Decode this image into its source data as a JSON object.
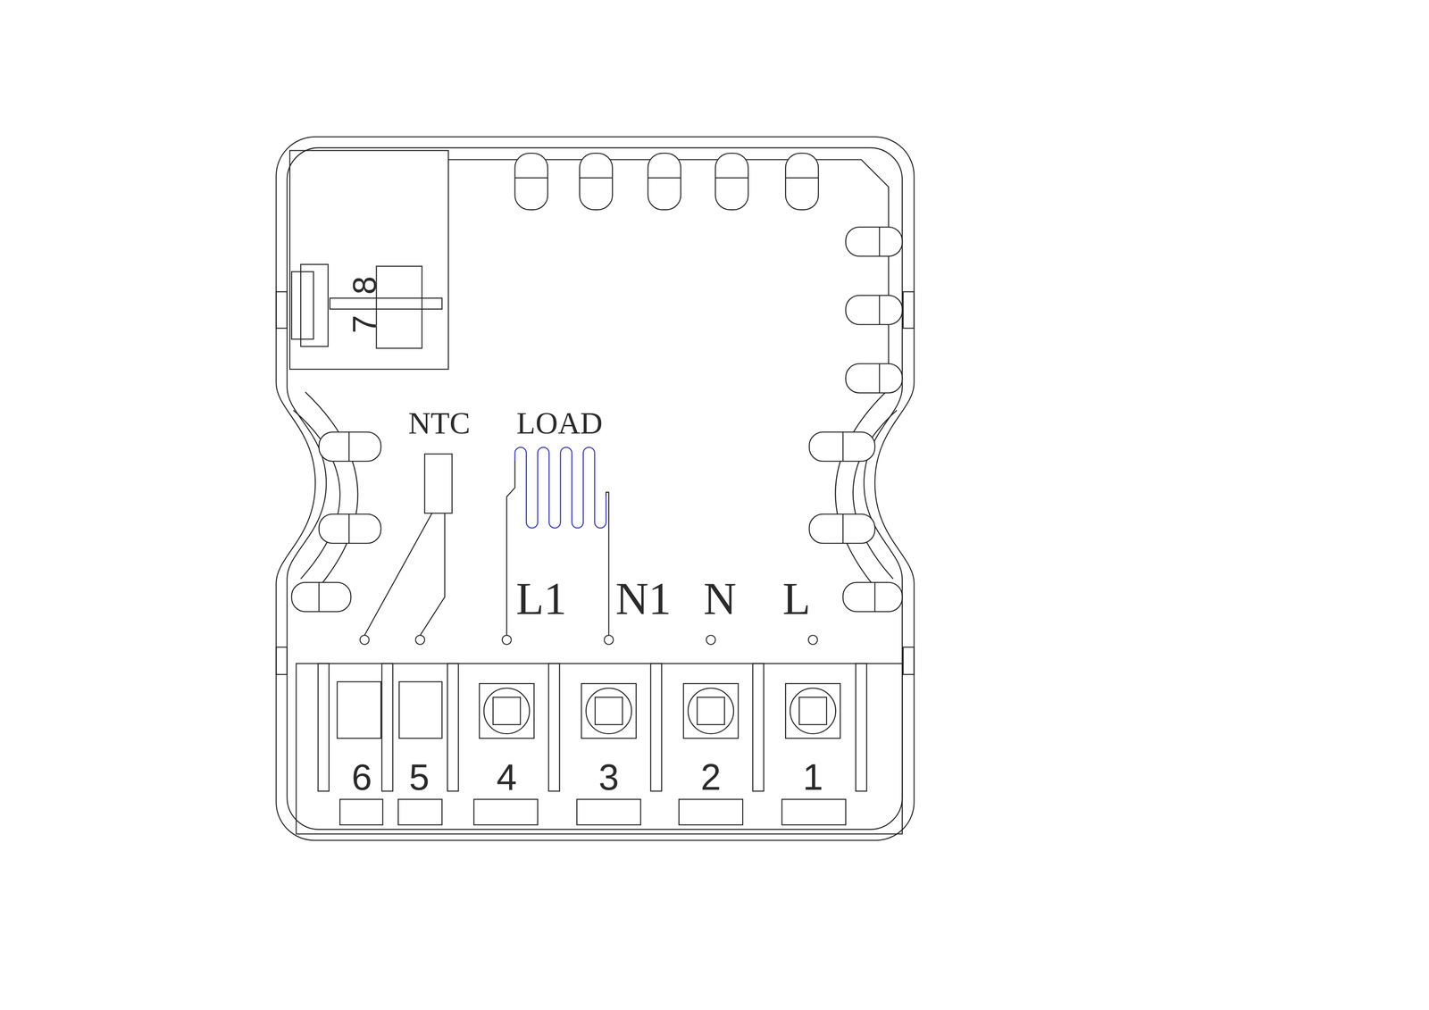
{
  "diagram": {
    "labels": [
      "8",
      "7",
      "NTC",
      "LOAD",
      "L1",
      "N1",
      "N",
      "L",
      "6",
      "5",
      "4",
      "3",
      "2",
      "1"
    ]
  }
}
